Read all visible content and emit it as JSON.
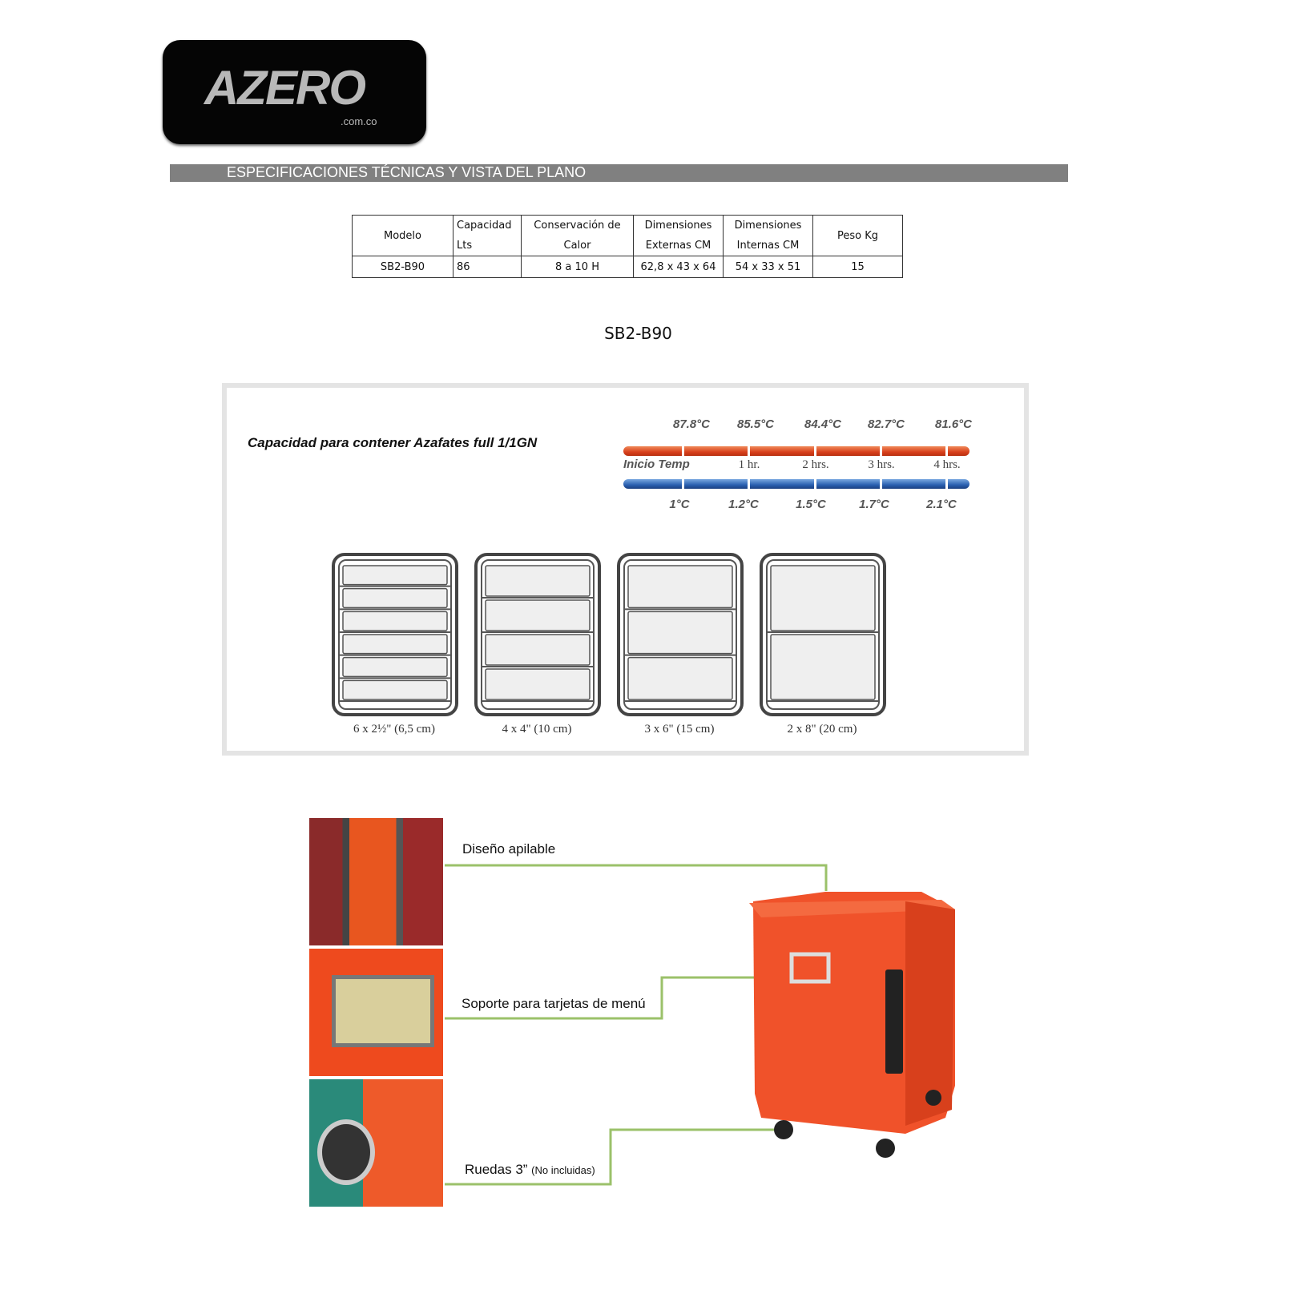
{
  "logo": {
    "brand": "AZERO",
    "domain": ".com.co"
  },
  "section_title": "ESPECIFICACIONES TÉCNICAS Y VISTA DEL PLANO",
  "spec_table": {
    "headers": [
      "Modelo",
      "Capacidad Lts",
      "Conservación de Calor",
      "Dimensiones Externas CM",
      "Dimensiones Internas CM",
      "Peso Kg"
    ],
    "row": [
      "SB2-B90",
      "86",
      "8 a 10 H",
      "62,8 x 43 x 64",
      "54 x 33 x 51",
      "15"
    ]
  },
  "model_title": "SB2-B90",
  "capacity": {
    "title": "Capacidad para contener Azafates full 1/1GN",
    "hot_temps": [
      "87.8°C",
      "85.5°C",
      "84.4°C",
      "82.7°C",
      "81.6°C"
    ],
    "times": [
      "Inicio Temp",
      "1 hr.",
      "2 hrs.",
      "3 hrs.",
      "4 hrs."
    ],
    "cold_temps": [
      "1°C",
      "1.2°C",
      "1.5°C",
      "1.7°C",
      "2.1°C"
    ],
    "pans": [
      {
        "label": "6 x 2½\" (6,5 cm)",
        "count": 6
      },
      {
        "label": "4 x 4\" (10 cm)",
        "count": 4
      },
      {
        "label": "3 x 6\" (15 cm)",
        "count": 3
      },
      {
        "label": "2 x 8\" (20 cm)",
        "count": 2
      }
    ]
  },
  "features": [
    {
      "label": "Diseño apilable"
    },
    {
      "label": "Soporte para tarjetas de menú"
    },
    {
      "label": "Ruedas 3”",
      "note": "(No incluidas)"
    }
  ],
  "colors": {
    "accent_orange": "#ee4a1e",
    "line_green": "#9bc16a",
    "header_gray": "#808080"
  }
}
